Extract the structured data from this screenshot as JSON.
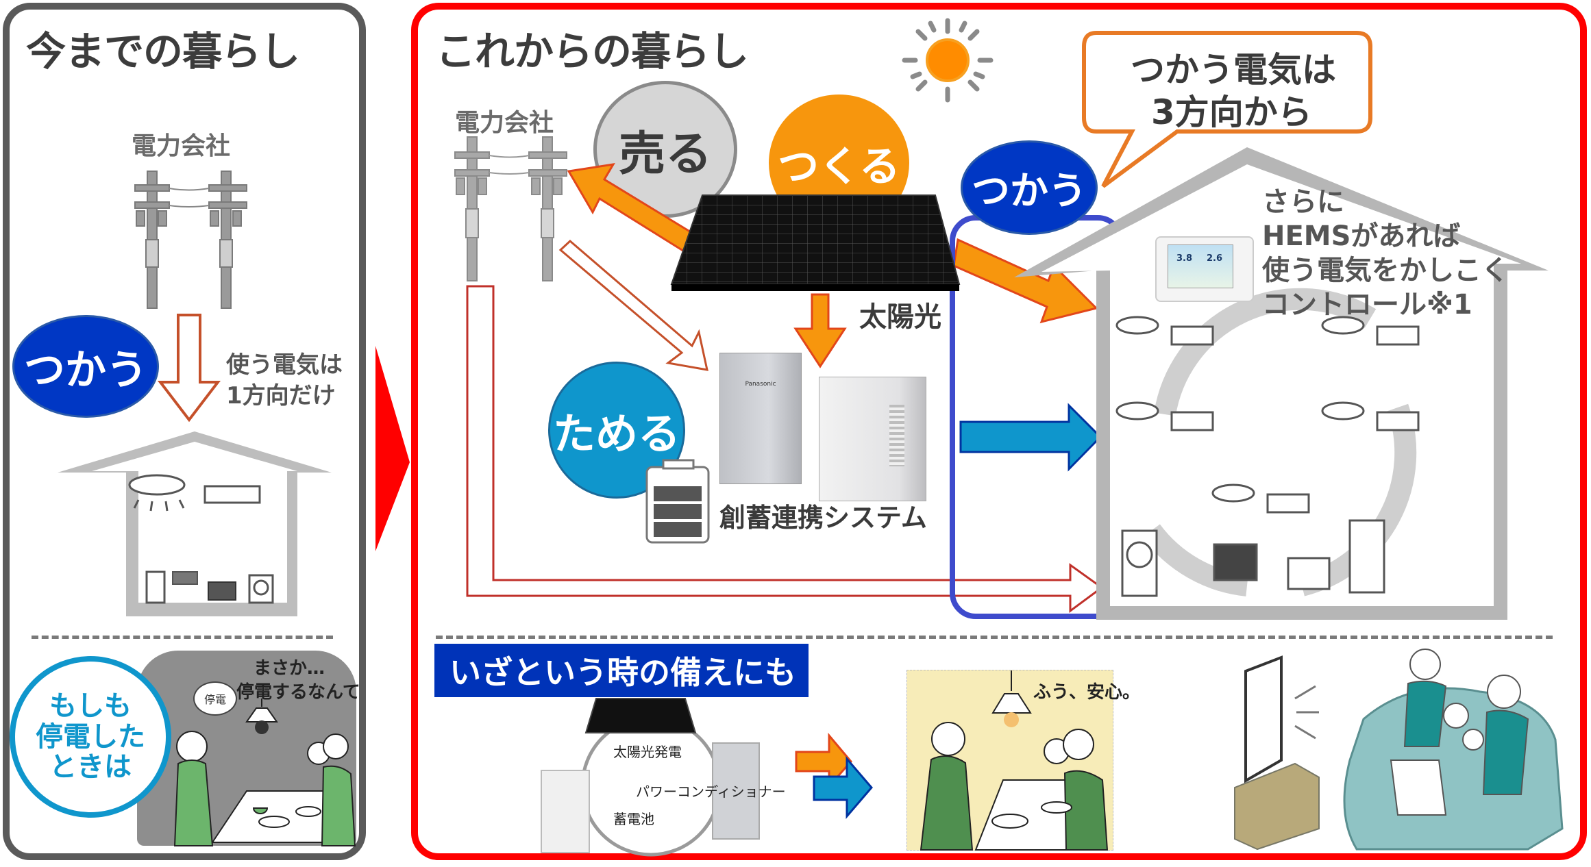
{
  "colors": {
    "old_panel_border": "#5a5a5a",
    "new_panel_border": "#ff0000",
    "use_circle": "#0037c4",
    "sell_circle": "#d6d6d6",
    "make_circle": "#f7960d",
    "store_circle": "#0f96cc",
    "blackout_circle_border": "#0f96cc",
    "highlight_box": "#3e4bcc",
    "callout_border": "#e87a25",
    "banner_bg": "#0033b8",
    "arrow_orange": "#f7960d",
    "arrow_blue": "#0f96cc",
    "arrow_red_outline": "#c0302a"
  },
  "old_life": {
    "title": "今までの暮らし",
    "power_company_label": "電力会社",
    "use_badge": "つかう",
    "flow_note_line1": "使う電気は",
    "flow_note_line2": "1方向だけ",
    "blackout_badge_line1": "もしも",
    "blackout_badge_line2": "停電した",
    "blackout_badge_line3": "ときは",
    "blackout_bubble": "停電",
    "blackout_caption_line1": "まさか…",
    "blackout_caption_line2": "停電するなんて"
  },
  "new_life": {
    "title": "これからの暮らし",
    "power_company_label": "電力会社",
    "sell_badge": "売る",
    "make_badge": "つくる",
    "use_badge": "つかう",
    "store_badge": "ためる",
    "solar_label": "太陽光",
    "system_label": "創蓄連携システム",
    "callout_line1": "つかう電気は",
    "callout_line2": "3方向から",
    "hems_note_line1": "さらに",
    "hems_note_line2": "HEMSがあれば",
    "hems_note_line3": "使う電気をかしこく",
    "hems_note_line4": "コントロール※1",
    "hems_screen_value1": "3.8",
    "hems_screen_value2": "2.6",
    "brand": "Panasonic"
  },
  "emergency": {
    "banner": "いざという時の備えにも",
    "solar_label": "太陽光発電",
    "inverter_label": "パワーコンディショナー",
    "battery_label": "蓄電池",
    "relief_caption": "ふう、安心。"
  }
}
